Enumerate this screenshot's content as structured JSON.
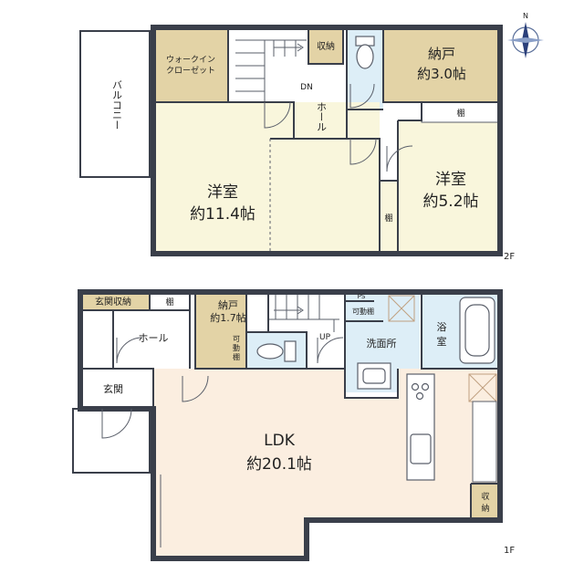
{
  "colors": {
    "wall": "#3a3f4a",
    "western_room": "#f9f6dc",
    "storage": "#e3d3a6",
    "ldk": "#fbeee0",
    "wet_area": "#ddeef7",
    "hall": "#ffffff",
    "balcony": "#ffffff"
  },
  "compass": {
    "north_label": "N",
    "icon": "compass-rose-icon"
  },
  "floor2": {
    "floor_label": "2F",
    "balcony_label": "バルコニー",
    "walk_in_closet_line1": "ウォークイン",
    "walk_in_closet_line2": "クローゼット",
    "storage_label": "収納",
    "hall_label": "ホール",
    "stairs_down_label": "DN",
    "nando_name": "納戸",
    "nando_size": "約3.0帖",
    "room_a_name": "洋室",
    "room_a_size": "約11.4帖",
    "room_b_name": "洋室",
    "room_b_size": "約5.2帖",
    "shelf_label_1": "棚",
    "shelf_label_2": "棚"
  },
  "floor1": {
    "floor_label": "1F",
    "entrance_storage_label": "玄関収納",
    "shelf_label": "棚",
    "hall_label": "ホール",
    "entrance_label": "玄関",
    "nando_name": "納戸",
    "nando_size": "約1.7帖",
    "movable_shelf_1": "可動棚",
    "movable_shelf_2_line1": "可",
    "movable_shelf_2_line2": "動",
    "movable_shelf_2_line3": "棚",
    "stairs_up_label": "UP",
    "ps_label": "PS",
    "washroom_label": "洗面所",
    "bath_line1": "浴",
    "bath_line2": "室",
    "ldk_name": "LDK",
    "ldk_size": "約20.1帖",
    "storage_line1": "収",
    "storage_line2": "納"
  }
}
